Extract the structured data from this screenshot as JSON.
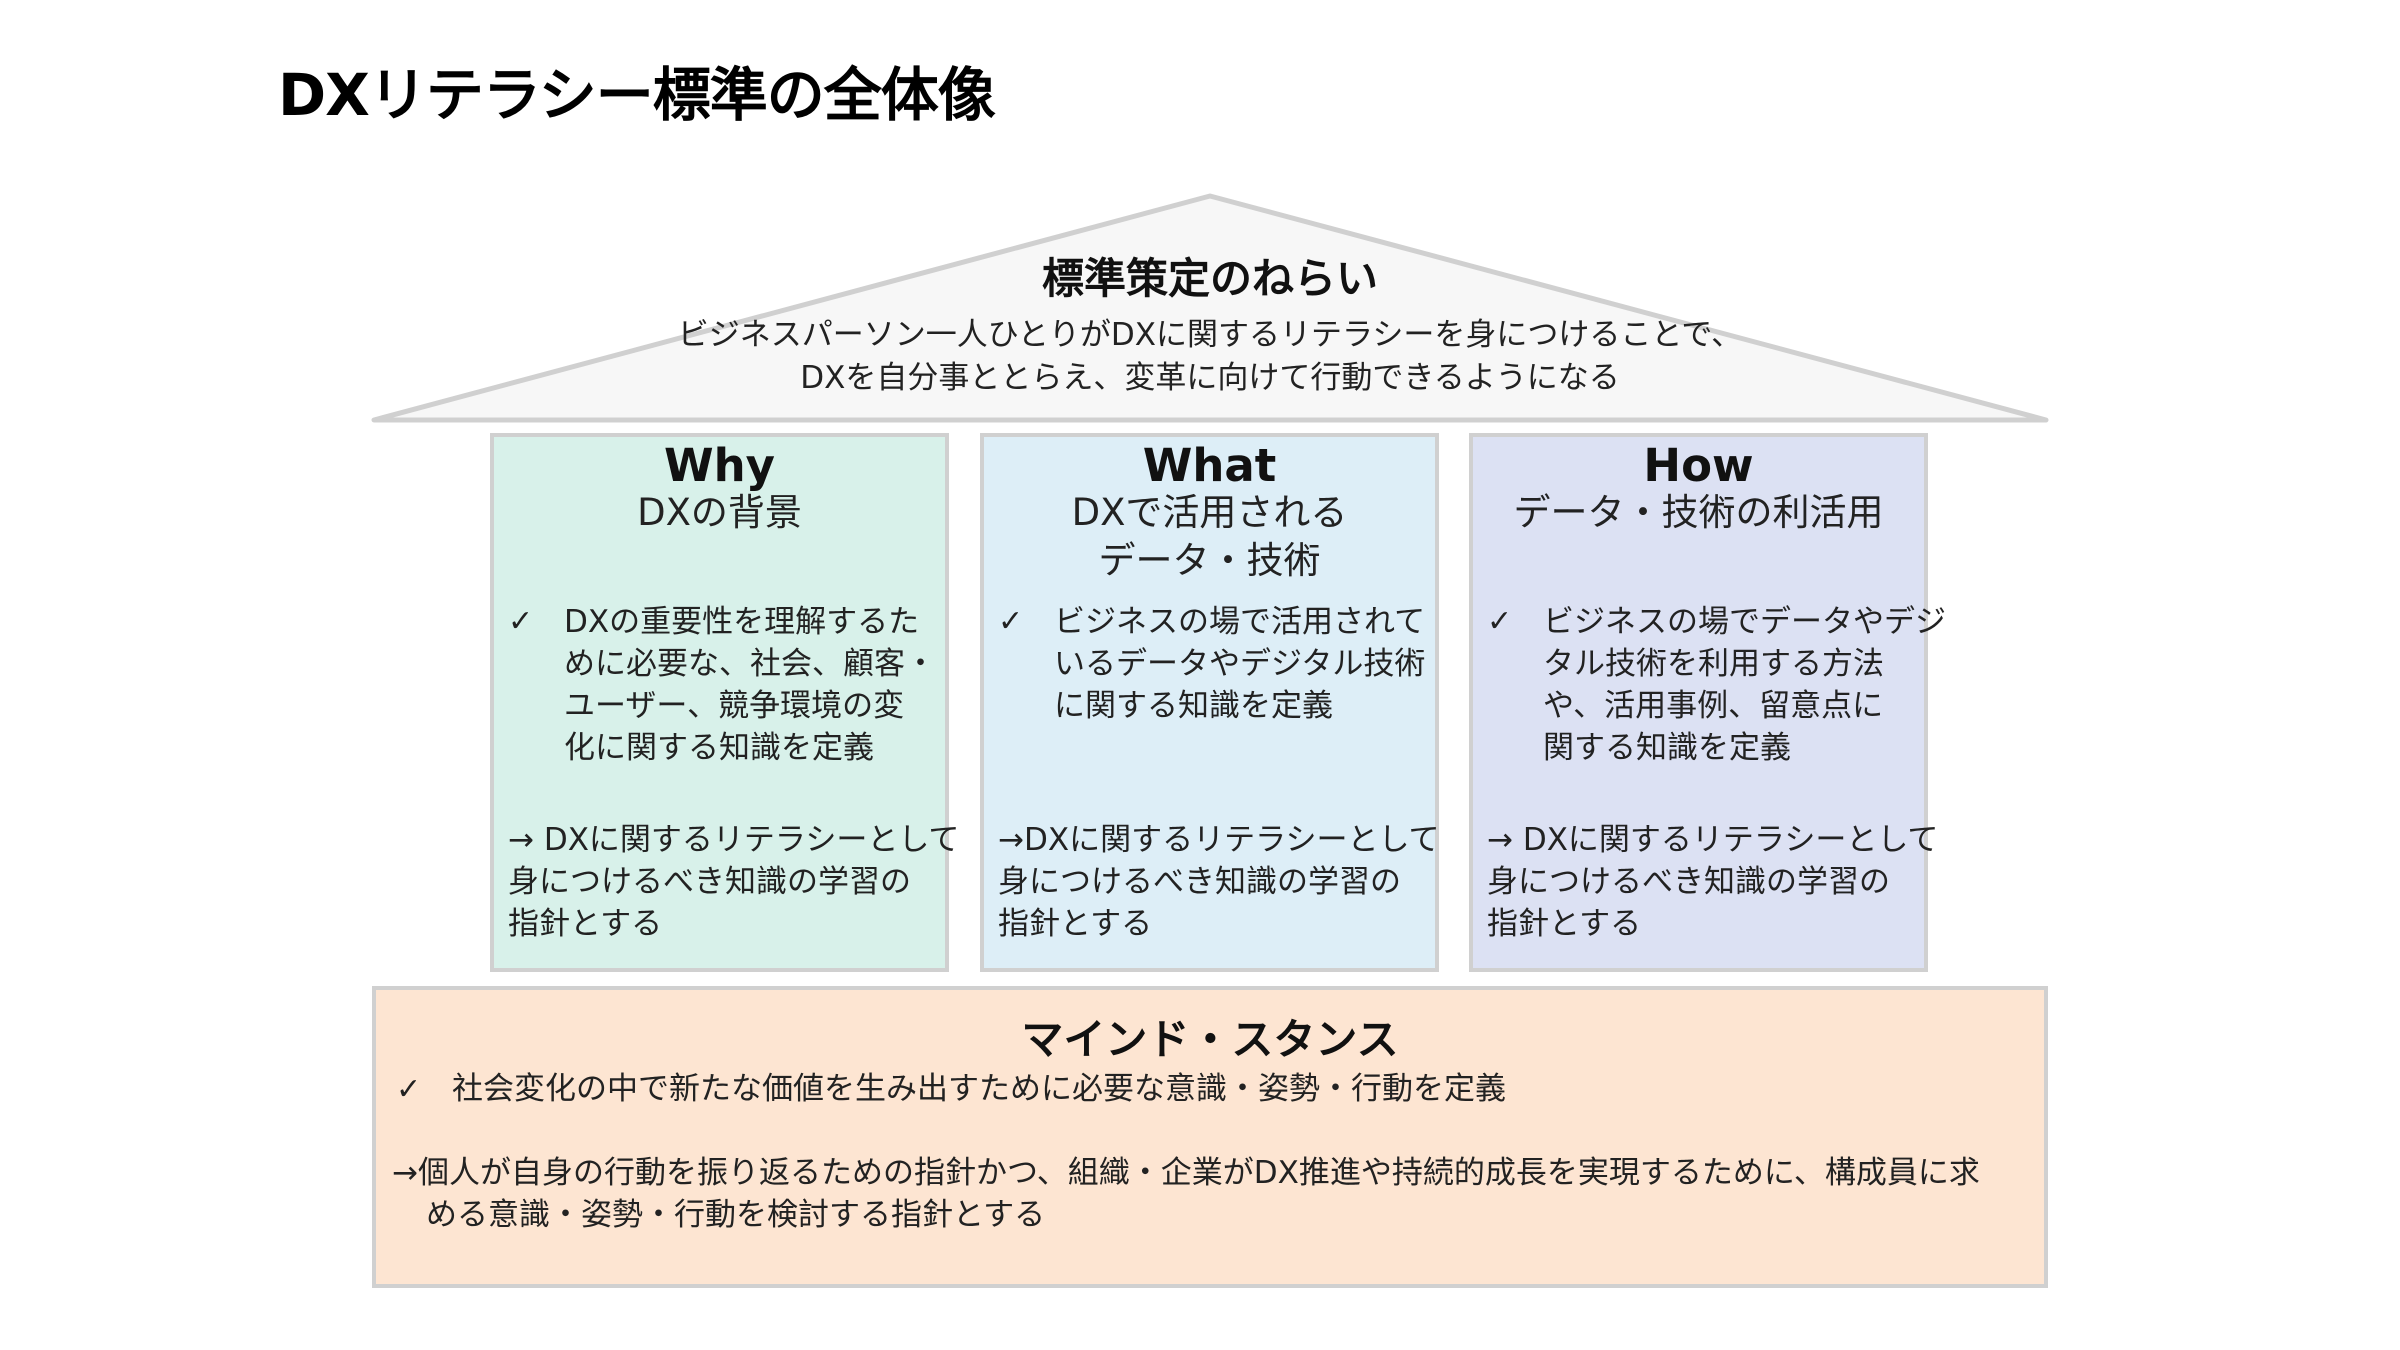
{
  "page": {
    "title": "DXリテラシー標準の全体像"
  },
  "roof": {
    "title": "標準策定のねらい",
    "lines": [
      "ビジネスパーソン一人ひとりがDXに関するリテラシーを身につけることで、",
      "DXを自分事ととらえ、変革に向けて行動できるようになる"
    ],
    "fill_color": "#f7f7f7",
    "stroke_color": "#d0d0d0"
  },
  "pillars": [
    {
      "heading": "Why",
      "subtitle_lines": [
        "DXの背景"
      ],
      "check_mark": "✓",
      "check_lines": [
        "DXの重要性を理解するた",
        "めに必要な、社会、顧客・",
        "ユーザー、競争環境の変",
        "化に関する知識を定義"
      ],
      "arrow_lines": [
        "→ DXに関するリテラシーとして",
        "身につけるべき知識の学習の",
        "指針とする"
      ],
      "bg_color": "#d8f1ea"
    },
    {
      "heading": "What",
      "subtitle_lines": [
        "DXで活用される",
        "データ・技術"
      ],
      "check_mark": "✓",
      "check_lines": [
        "ビジネスの場で活用されて",
        "いるデータやデジタル技術",
        "に関する知識を定義"
      ],
      "arrow_lines": [
        "→DXに関するリテラシーとして",
        "身につけるべき知識の学習の",
        "指針とする"
      ],
      "bg_color": "#ddeef7"
    },
    {
      "heading": "How",
      "subtitle_lines": [
        "データ・技術の利活用"
      ],
      "check_mark": "✓",
      "check_lines": [
        "ビジネスの場でデータやデジ",
        "タル技術を利用する方法",
        "や、活用事例、留意点に",
        "関する知識を定義"
      ],
      "arrow_lines": [
        "→ DXに関するリテラシーとして",
        "身につけるべき知識の学習の",
        "指針とする"
      ],
      "bg_color": "#dce1f3"
    }
  ],
  "foundation": {
    "title": "マインド・スタンス",
    "check_mark": "✓",
    "check_text": "社会変化の中で新たな価値を生み出すために必要な意識・姿勢・行動を定義",
    "arrow_lines": [
      "→個人が自身の行動を振り返るための指針かつ、組織・企業がDX推進や持続的成長を実現するために、構成員に求",
      "める意識・姿勢・行動を検討する指針とする"
    ],
    "bg_color": "#fde5d2"
  }
}
